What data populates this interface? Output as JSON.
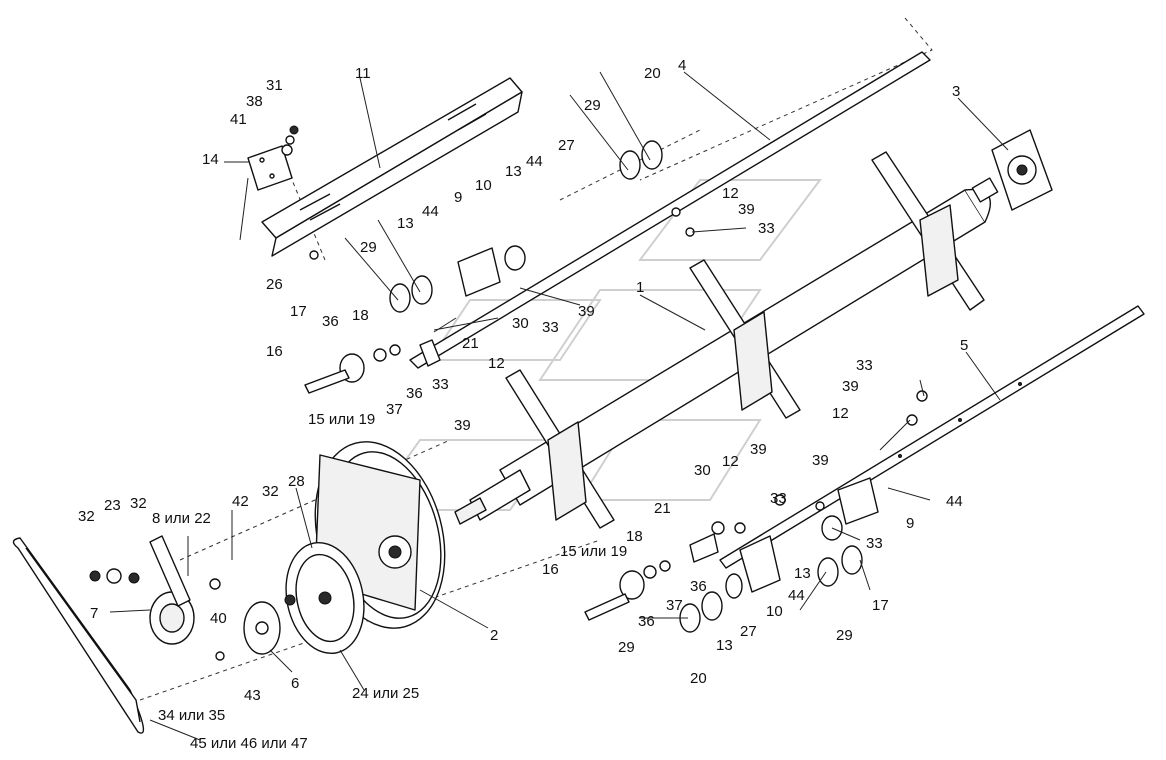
{
  "diagram": {
    "callouts": [
      {
        "id": "c1",
        "text": "1"
      },
      {
        "id": "c2",
        "text": "2"
      },
      {
        "id": "c3",
        "text": "3"
      },
      {
        "id": "c4",
        "text": "4"
      },
      {
        "id": "c5",
        "text": "5"
      },
      {
        "id": "c6",
        "text": "6"
      },
      {
        "id": "c7",
        "text": "7"
      },
      {
        "id": "c8",
        "text": "8 или 22"
      },
      {
        "id": "c9a",
        "text": "9"
      },
      {
        "id": "c9b",
        "text": "9"
      },
      {
        "id": "c10a",
        "text": "10"
      },
      {
        "id": "c10b",
        "text": "10"
      },
      {
        "id": "c11",
        "text": "11"
      },
      {
        "id": "c12a",
        "text": "12"
      },
      {
        "id": "c12b",
        "text": "12"
      },
      {
        "id": "c12c",
        "text": "12"
      },
      {
        "id": "c12d",
        "text": "12"
      },
      {
        "id": "c13a",
        "text": "13"
      },
      {
        "id": "c13b",
        "text": "13"
      },
      {
        "id": "c13c",
        "text": "13"
      },
      {
        "id": "c13d",
        "text": "13"
      },
      {
        "id": "c14",
        "text": "14"
      },
      {
        "id": "c15a",
        "text": "15 или 19"
      },
      {
        "id": "c15b",
        "text": "15 или 19"
      },
      {
        "id": "c16a",
        "text": "16"
      },
      {
        "id": "c16b",
        "text": "16"
      },
      {
        "id": "c17a",
        "text": "17"
      },
      {
        "id": "c17b",
        "text": "17"
      },
      {
        "id": "c18a",
        "text": "18"
      },
      {
        "id": "c18b",
        "text": "18"
      },
      {
        "id": "c20a",
        "text": "20"
      },
      {
        "id": "c20b",
        "text": "20"
      },
      {
        "id": "c21a",
        "text": "21"
      },
      {
        "id": "c21b",
        "text": "21"
      },
      {
        "id": "c23",
        "text": "23"
      },
      {
        "id": "c24",
        "text": "24 или 25"
      },
      {
        "id": "c26",
        "text": "26"
      },
      {
        "id": "c27a",
        "text": "27"
      },
      {
        "id": "c27b",
        "text": "27"
      },
      {
        "id": "c28",
        "text": "28"
      },
      {
        "id": "c29a",
        "text": "29"
      },
      {
        "id": "c29b",
        "text": "29"
      },
      {
        "id": "c29c",
        "text": "29"
      },
      {
        "id": "c29d",
        "text": "29"
      },
      {
        "id": "c30a",
        "text": "30"
      },
      {
        "id": "c30b",
        "text": "30"
      },
      {
        "id": "c31",
        "text": "31"
      },
      {
        "id": "c32a",
        "text": "32"
      },
      {
        "id": "c32b",
        "text": "32"
      },
      {
        "id": "c32c",
        "text": "32"
      },
      {
        "id": "c33a",
        "text": "33"
      },
      {
        "id": "c33b",
        "text": "33"
      },
      {
        "id": "c33c",
        "text": "33"
      },
      {
        "id": "c33d",
        "text": "33"
      },
      {
        "id": "c33e",
        "text": "33"
      },
      {
        "id": "c33f",
        "text": "33"
      },
      {
        "id": "c34",
        "text": "34 или 35"
      },
      {
        "id": "c36a",
        "text": "36"
      },
      {
        "id": "c36b",
        "text": "36"
      },
      {
        "id": "c36c",
        "text": "36"
      },
      {
        "id": "c36d",
        "text": "36"
      },
      {
        "id": "c37a",
        "text": "37"
      },
      {
        "id": "c37b",
        "text": "37"
      },
      {
        "id": "c38",
        "text": "38"
      },
      {
        "id": "c39a",
        "text": "39"
      },
      {
        "id": "c39b",
        "text": "39"
      },
      {
        "id": "c39c",
        "text": "39"
      },
      {
        "id": "c39d",
        "text": "39"
      },
      {
        "id": "c39e",
        "text": "39"
      },
      {
        "id": "c39f",
        "text": "39"
      },
      {
        "id": "c40",
        "text": "40"
      },
      {
        "id": "c41",
        "text": "41"
      },
      {
        "id": "c42",
        "text": "42"
      },
      {
        "id": "c43",
        "text": "43"
      },
      {
        "id": "c44a",
        "text": "44"
      },
      {
        "id": "c44b",
        "text": "44"
      },
      {
        "id": "c44c",
        "text": "44"
      },
      {
        "id": "c44d",
        "text": "44"
      },
      {
        "id": "c45",
        "text": "45 или 46 или 47"
      }
    ]
  }
}
